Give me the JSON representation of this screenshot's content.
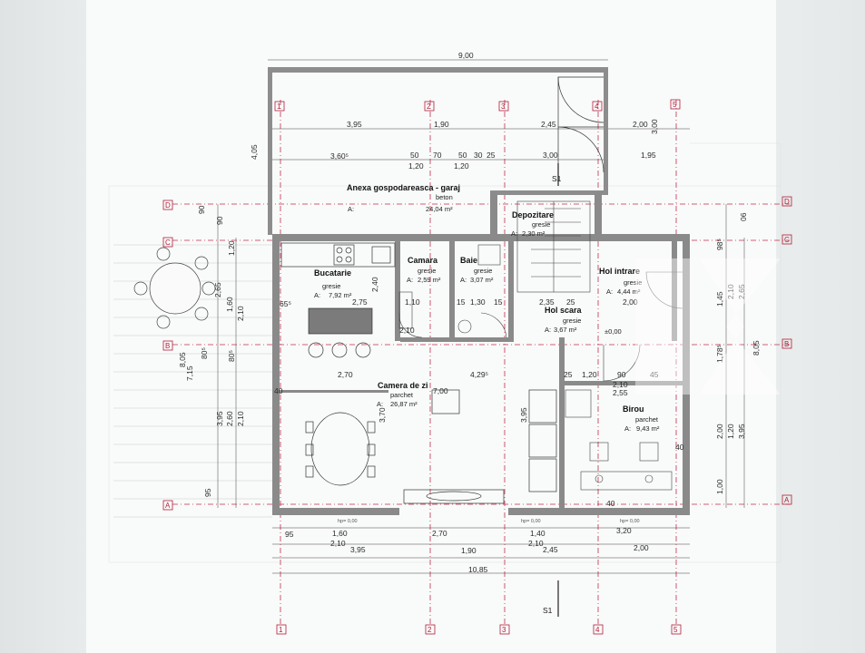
{
  "axes": {
    "v1": "1",
    "v2": "2",
    "v3": "3",
    "v4": "4",
    "v5": "5",
    "hA": "A",
    "hB": "B",
    "hC": "C",
    "hD": "D"
  },
  "dims": {
    "top_total": "9,00",
    "top_row1": [
      "3,95",
      "1,90",
      "2,45",
      "2,00"
    ],
    "top_row2": [
      "3,60⁵",
      "50",
      "70",
      "50",
      "30",
      "25",
      "3,00",
      "1,95"
    ],
    "top_row3": [
      "1,20",
      "1,20"
    ],
    "bottom_row1": [
      "95",
      "1,60",
      "2,70",
      "1,40",
      "3,20"
    ],
    "bottom_row2": [
      "2,10",
      "2,10"
    ],
    "bottom_row3": [
      "3,95",
      "1,90",
      "2,45",
      "2,00"
    ],
    "bottom_total": "10,85",
    "left": [
      "90",
      "90",
      "1,20",
      "2,65",
      "1,60",
      "2,10",
      "8,05",
      "7,15",
      "80⁵",
      "3,95",
      "2,60",
      "2,10",
      "95",
      "4,05"
    ],
    "right": [
      "3,00",
      "06",
      "98⁵",
      "1,45",
      "2,10",
      "2,65",
      "1,78⁵",
      "8,05",
      "2,00",
      "1,20",
      "3,95",
      "1,00"
    ],
    "interior": [
      "2,75",
      "65⁵",
      "2,40",
      "1,10",
      "",
      "15",
      "1,30",
      "15",
      "2,35",
      "25",
      "2,00",
      "2,10",
      "2,70",
      "4,29⁵",
      "7,00",
      "25",
      "1,20",
      "90",
      "45",
      "2,10",
      "2,55",
      "40",
      "40",
      "40",
      "3,70",
      "3,95",
      "80⁵"
    ]
  },
  "rooms": {
    "area_label": "A:",
    "level": "±0,00",
    "garage": {
      "name": "Anexa gospodareasca - garaj",
      "floor": "beton",
      "area": "24,04 m²"
    },
    "kitchen": {
      "name": "Bucatarie",
      "floor": "gresie",
      "area": "7,92 m²"
    },
    "pantry": {
      "name": "Camara",
      "floor": "gresie",
      "area": "2,59 m²"
    },
    "bath": {
      "name": "Baie",
      "floor": "gresie",
      "area": "3,07 m²"
    },
    "storage": {
      "name": "Depozitare",
      "floor": "gresie",
      "area": "2,30 m²"
    },
    "entry": {
      "name": "Hol intrare",
      "floor": "gresie",
      "area": "4,44 m²"
    },
    "stairhall": {
      "name": "Hol scara",
      "floor": "gresie",
      "area": "3,67 m²"
    },
    "living": {
      "name": "Camera de zi",
      "floor": "parchet",
      "area": "26,87 m²"
    },
    "office": {
      "name": "Birou",
      "floor": "parchet",
      "area": "9,43 m²"
    }
  },
  "section_label": "S1",
  "level_note": "hp= 0,00"
}
